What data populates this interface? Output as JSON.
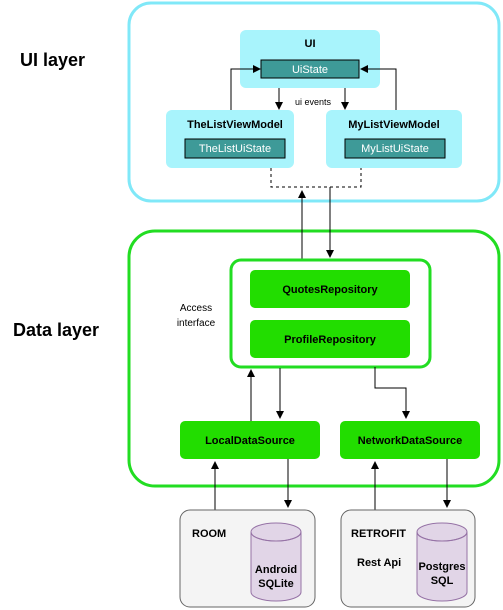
{
  "layers": {
    "ui_title": "UI layer",
    "data_title": "Data layer"
  },
  "ui": {
    "title": "UI",
    "state": "UiState",
    "events": "ui events"
  },
  "viewmodels": [
    {
      "title": "TheListViewModel",
      "state": "TheListUiState"
    },
    {
      "title": "MyListViewModel",
      "state": "MyListUiState"
    }
  ],
  "repositories": {
    "access_label_line1": "Access",
    "access_label_line2": "interface",
    "items": [
      "QuotesRepository",
      "ProfileRepository"
    ]
  },
  "datasources": {
    "local": "LocalDataSource",
    "network": "NetworkDataSource"
  },
  "storage": {
    "room": {
      "title": "ROOM",
      "db_line1": "Android",
      "db_line2": "SQLite"
    },
    "retrofit": {
      "title": "RETROFIT",
      "subtitle": "Rest Api",
      "db_line1": "Postgres",
      "db_line2": "SQL"
    }
  },
  "colors": {
    "ui_border": "#80e8f8",
    "ui_box": "#a8f4fc",
    "ui_state_box": "#3e9a98",
    "data_border": "#22dd22",
    "green_box": "#22dd00",
    "storage_bg": "#f4f4f4",
    "db_fill": "#e1d5e7",
    "db_stroke": "#9673a6"
  }
}
